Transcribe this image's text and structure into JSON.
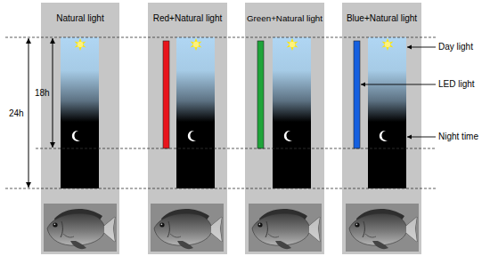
{
  "diagram": {
    "nodes": [
      {
        "text": [
          "Natural light"
        ]
      },
      {
        "text": [
          "Red+Natural light"
        ]
      },
      {
        "text": [
          "Green+Natural light"
        ]
      },
      {
        "text": [
          "Blue+Natural light"
        ]
      }
    ],
    "labels": [
      "24h",
      "18h",
      "Day light",
      "LED light",
      "Night time"
    ]
  }
}
